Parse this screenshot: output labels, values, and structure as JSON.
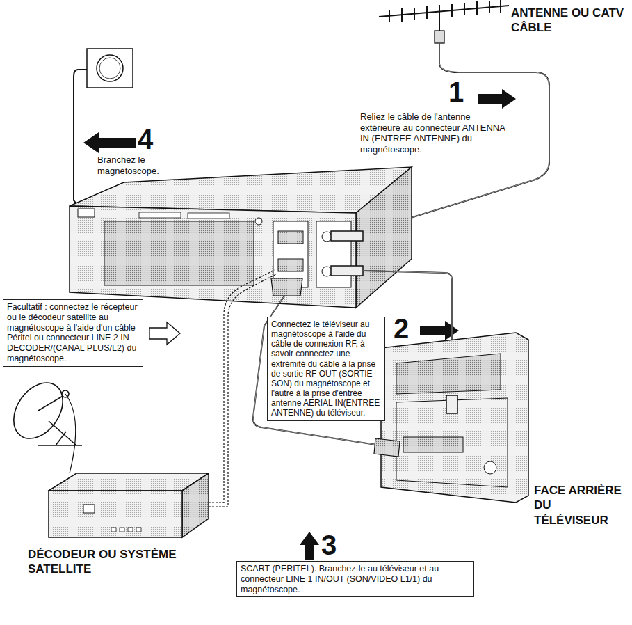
{
  "diagram": {
    "nodes": [
      {
        "text": [
          "Facultatif : connectez le récepteur ou le décodeur satellite au magnétoscope à l'aide d'un câble Péritel ou connecteur LINE 2 IN DECODER/(CANAL PLUS/L2) du magnétoscope."
        ]
      },
      {
        "text": [
          "Connectez le téléviseur au magnétoscope à l'aide du câble de connexion RF, à savoir connectez une extrémité du câble à la prise de sortie RF OUT (SORTIE SON) du magnétoscope et l'autre à la prise d'entrée antenne AERIAL IN(ENTREE ANTENNE) du téléviseur."
        ]
      },
      {
        "text": [
          "SCART (PERITEL). Branchez-le au téléviseur et au connecteur LINE 1 IN/OUT (SON/VIDEO L1/1) du magnétoscope."
        ]
      }
    ],
    "labels": [
      "ANTENNE OU CATV CÂBLE",
      "1",
      "Reliez le câble de l'antenne extérieure au connecteur ANTENNA IN (ENTREE ANTENNE) du magnétoscope.",
      "4",
      "Branchez le magnétoscope.",
      "2",
      "FACE ARRIÈRE DU TÉLÉVISEUR",
      "DÉCODEUR OU SYSTÈME SATELLITE",
      "3"
    ]
  }
}
